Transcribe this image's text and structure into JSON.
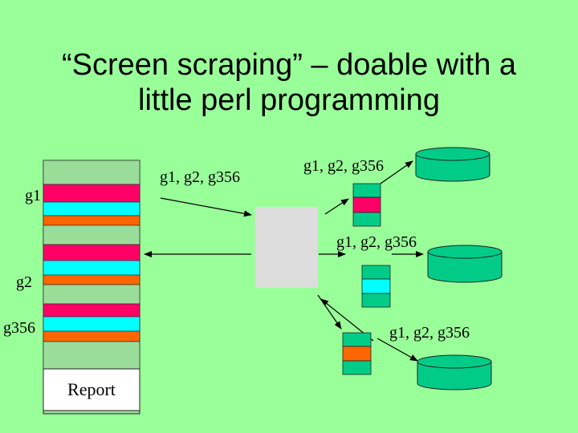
{
  "title": {
    "line1": "“Screen scraping” – doable with a",
    "line2": "little perl programming"
  },
  "report_stack": {
    "labels": {
      "g1": "g1",
      "g2": "g2",
      "g356": "g356"
    },
    "report_label": "Report"
  },
  "flows": {
    "request_label": "g1, g2, g356",
    "server1_label": "g1, g2, g356",
    "server2_label": "g1, g2, g356",
    "server3_label": "g1, g2, g356"
  },
  "colors": {
    "background": "#99ff99",
    "stack_plain": "#99dd99",
    "magenta": "#ff0066",
    "cyan": "#00ffff",
    "orange": "#ff6600",
    "database": "#00cc88",
    "engine": "#dddddd"
  }
}
